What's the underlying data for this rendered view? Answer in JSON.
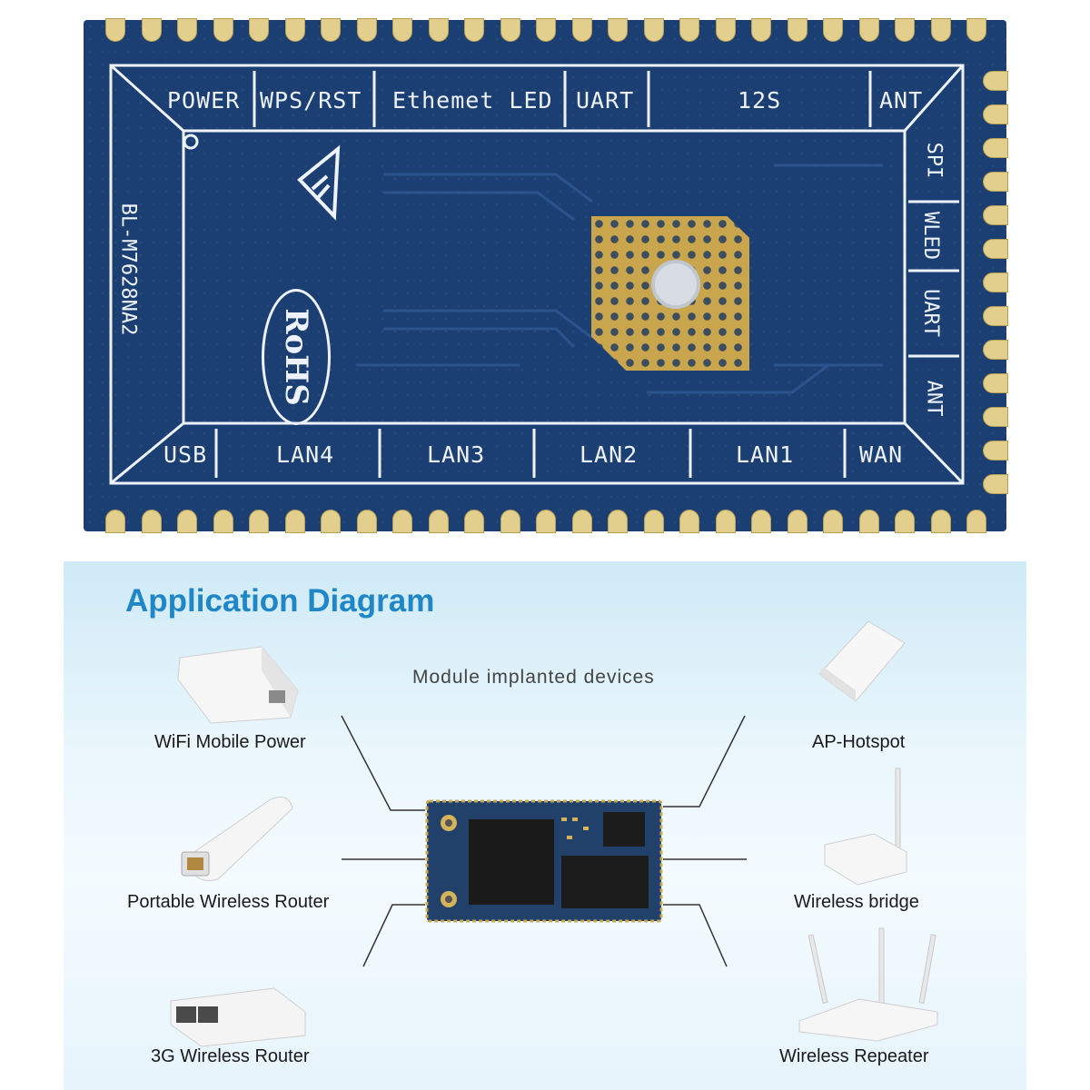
{
  "pcb": {
    "model_label": "BL-M7628NA2",
    "rohs_label": "RoHS",
    "top_labels": [
      "POWER",
      "WPS/RST",
      "Ethemet LED",
      "UART",
      "12S",
      "ANT"
    ],
    "right_labels": [
      "SPI",
      "WLED",
      "UART",
      "ANT"
    ],
    "bottom_labels": [
      "USB",
      "LAN4",
      "LAN3",
      "LAN2",
      "LAN1",
      "WAN"
    ]
  },
  "diagram": {
    "title": "Application Diagram",
    "subtitle": "Module implanted devices",
    "devices": {
      "left": [
        "WiFi Mobile Power",
        "Portable Wireless Router",
        "3G Wireless Router"
      ],
      "right": [
        "AP-Hotspot",
        "Wireless bridge",
        "Wireless Repeater"
      ]
    }
  },
  "colors": {
    "pcb": "#1c3f73",
    "gold": "#e3cf8d",
    "title": "#1f86c7"
  }
}
